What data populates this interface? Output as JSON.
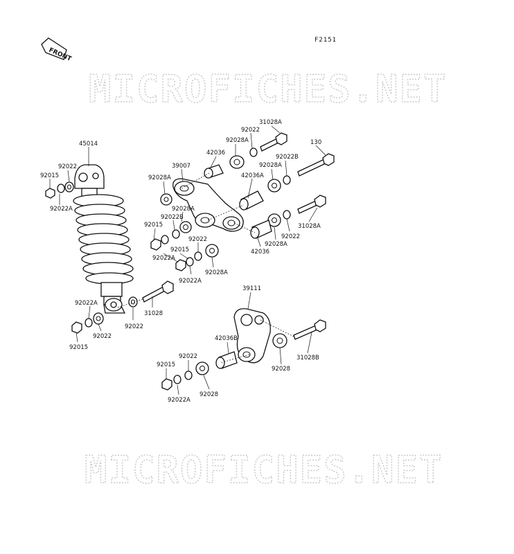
{
  "figure_code": "F2151",
  "front_label": "FRONT",
  "watermark_text": "MICROFICHES.NET",
  "parts": [
    {
      "id": "p45014",
      "number": "45014"
    },
    {
      "id": "p92022_a1",
      "number": "92022"
    },
    {
      "id": "p92015_a1",
      "number": "92015"
    },
    {
      "id": "p92022A_a1",
      "number": "92022A"
    },
    {
      "id": "p39007",
      "number": "39007"
    },
    {
      "id": "p92028A_l1",
      "number": "92028A"
    },
    {
      "id": "p42036_top",
      "number": "42036"
    },
    {
      "id": "p92028A_top",
      "number": "92028A"
    },
    {
      "id": "p92022_top",
      "number": "92022"
    },
    {
      "id": "p31028A_top",
      "number": "31028A"
    },
    {
      "id": "p130",
      "number": "130"
    },
    {
      "id": "p92022B_r",
      "number": "92022B"
    },
    {
      "id": "p92028A_r",
      "number": "92028A"
    },
    {
      "id": "p42036A",
      "number": "42036A"
    },
    {
      "id": "p92028A_mid",
      "number": "92028A"
    },
    {
      "id": "p92022B_mid",
      "number": "92022B"
    },
    {
      "id": "p92015_mid",
      "number": "92015"
    },
    {
      "id": "p92022_mid",
      "number": "92022"
    },
    {
      "id": "p92015_m2",
      "number": "92015"
    },
    {
      "id": "p92022A_m1",
      "number": "92022A"
    },
    {
      "id": "p92022A_m2",
      "number": "92022A"
    },
    {
      "id": "p92028A_m3",
      "number": "92028A"
    },
    {
      "id": "p31028A_r",
      "number": "31028A"
    },
    {
      "id": "p92022_r2",
      "number": "92022"
    },
    {
      "id": "p92028A_r3",
      "number": "92028A"
    },
    {
      "id": "p42036_r",
      "number": "42036"
    },
    {
      "id": "p31028",
      "number": "31028"
    },
    {
      "id": "p92022_b1",
      "number": "92022"
    },
    {
      "id": "p92022A_b",
      "number": "92022A"
    },
    {
      "id": "p92022_b2",
      "number": "92022"
    },
    {
      "id": "p92015_b",
      "number": "92015"
    },
    {
      "id": "p39111",
      "number": "39111"
    },
    {
      "id": "p42036B",
      "number": "42036B"
    },
    {
      "id": "p92028_r",
      "number": "92028"
    },
    {
      "id": "p31028B",
      "number": "31028B"
    },
    {
      "id": "p92015_c",
      "number": "92015"
    },
    {
      "id": "p92022_c",
      "number": "92022"
    },
    {
      "id": "p92022A_c",
      "number": "92022A"
    },
    {
      "id": "p92028_c",
      "number": "92028"
    }
  ]
}
